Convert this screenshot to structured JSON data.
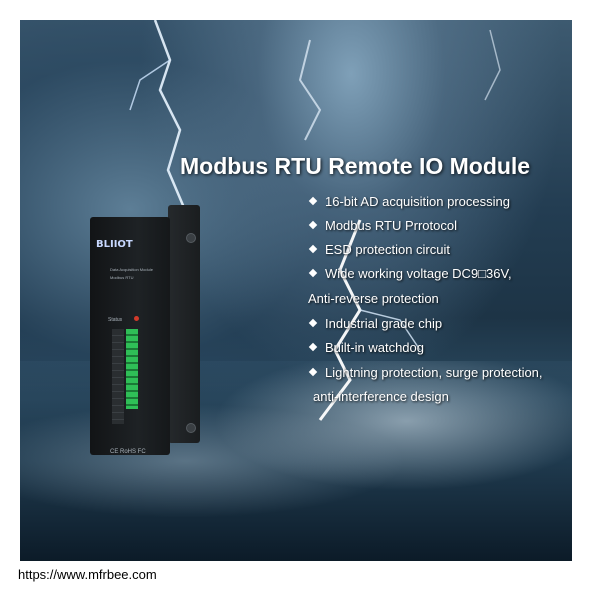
{
  "title": "Modbus RTU Remote IO Module",
  "features": [
    "16-bit AD acquisition processing",
    "Modbus RTU  Prrotocol",
    "ESD protection circuit",
    "Wide working voltage DC9□36V,",
    "Anti-reverse protection",
    "Industrial grade chip",
    "Built-in watchdog",
    "Lightning protection, surge protection,",
    "anti-interference design"
  ],
  "device": {
    "brand": "BLIIOT",
    "line1": "Data Acquisition Module",
    "line2": "Modbus RTU",
    "status_label": "Status",
    "cert": "CE RoHS FC"
  },
  "url": "https://www.mfrbee.com",
  "colors": {
    "led": "#d23a2a",
    "terminal": "#2fbf57"
  }
}
